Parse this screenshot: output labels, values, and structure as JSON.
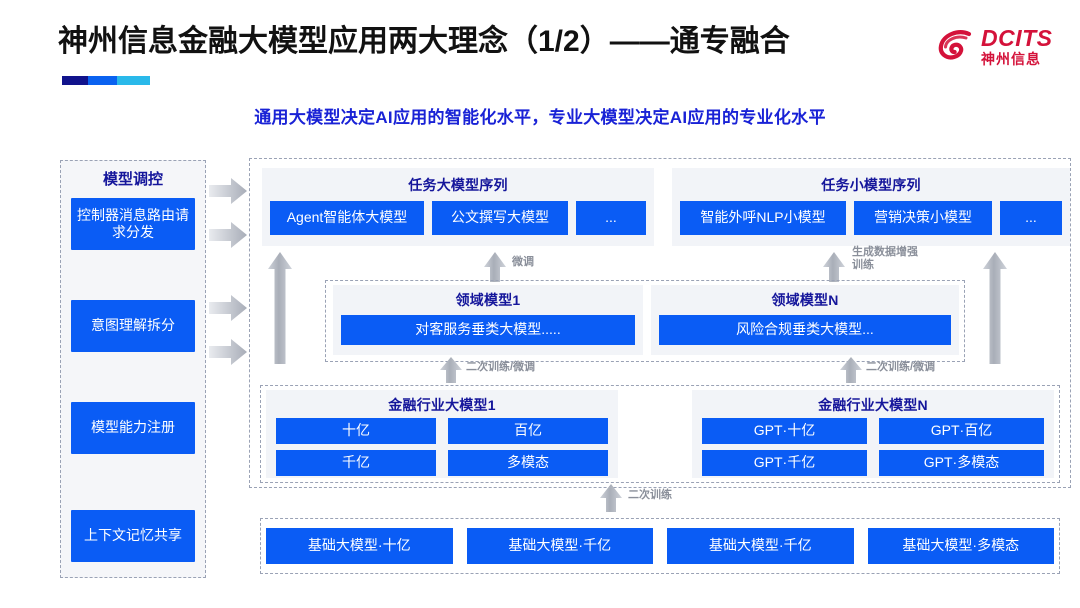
{
  "header": {
    "title": "神州信息金融大模型应用两大理念（1/2）——通专融合",
    "subtitle": "通用大模型决定AI应用的智能化水平，专业大模型决定AI应用的专业化水平",
    "logo": {
      "en": "DCITS",
      "cn": "神州信息",
      "icon": "dcits-swirl-icon",
      "color": "#d4123a"
    }
  },
  "colors": {
    "box_blue": "#0a5cf5",
    "title_blue": "#15169b",
    "subtitle_blue": "#1922d6",
    "panel_grey": "#f2f4f8",
    "arrow_grey": "#b9bdc6",
    "dashed_border": "#9aa2b5"
  },
  "left_column": {
    "title": "模型调控",
    "items": [
      {
        "label": "控制器消息路由请求分发"
      },
      {
        "label": "意图理解拆分"
      },
      {
        "label": "模型能力注册"
      },
      {
        "label": "上下文记忆共享"
      }
    ]
  },
  "task_big": {
    "title": "任务大模型序列",
    "items": [
      "Agent智能体大模型",
      "公文撰写大模型",
      "..."
    ]
  },
  "task_small": {
    "title": "任务小模型序列",
    "items": [
      "智能外呼NLP小模型",
      "营销决策小模型",
      "..."
    ]
  },
  "domain_models": [
    {
      "title": "领域模型1",
      "item": "对客服务垂类大模型....."
    },
    {
      "title": "领域模型N",
      "item": "风险合规垂类大模型..."
    }
  ],
  "industry_models": [
    {
      "title": "金融行业大模型1",
      "items": [
        "十亿",
        "百亿",
        "千亿",
        "多模态"
      ]
    },
    {
      "title": "金融行业大模型N",
      "items": [
        "GPT·十亿",
        "GPT·百亿",
        "GPT·千亿",
        "GPT·多模态"
      ]
    }
  ],
  "base_models": [
    "基础大模型·十亿",
    "基础大模型·千亿",
    "基础大模型·千亿",
    "基础大模型·多模态"
  ],
  "arrow_labels": {
    "fine_tune": "微调",
    "data_augment": "生成数据增强\n训练",
    "retrain_finetune_left": "二次训练/微调",
    "retrain_finetune_right": "二次训练/微调",
    "retrain": "二次训练"
  }
}
